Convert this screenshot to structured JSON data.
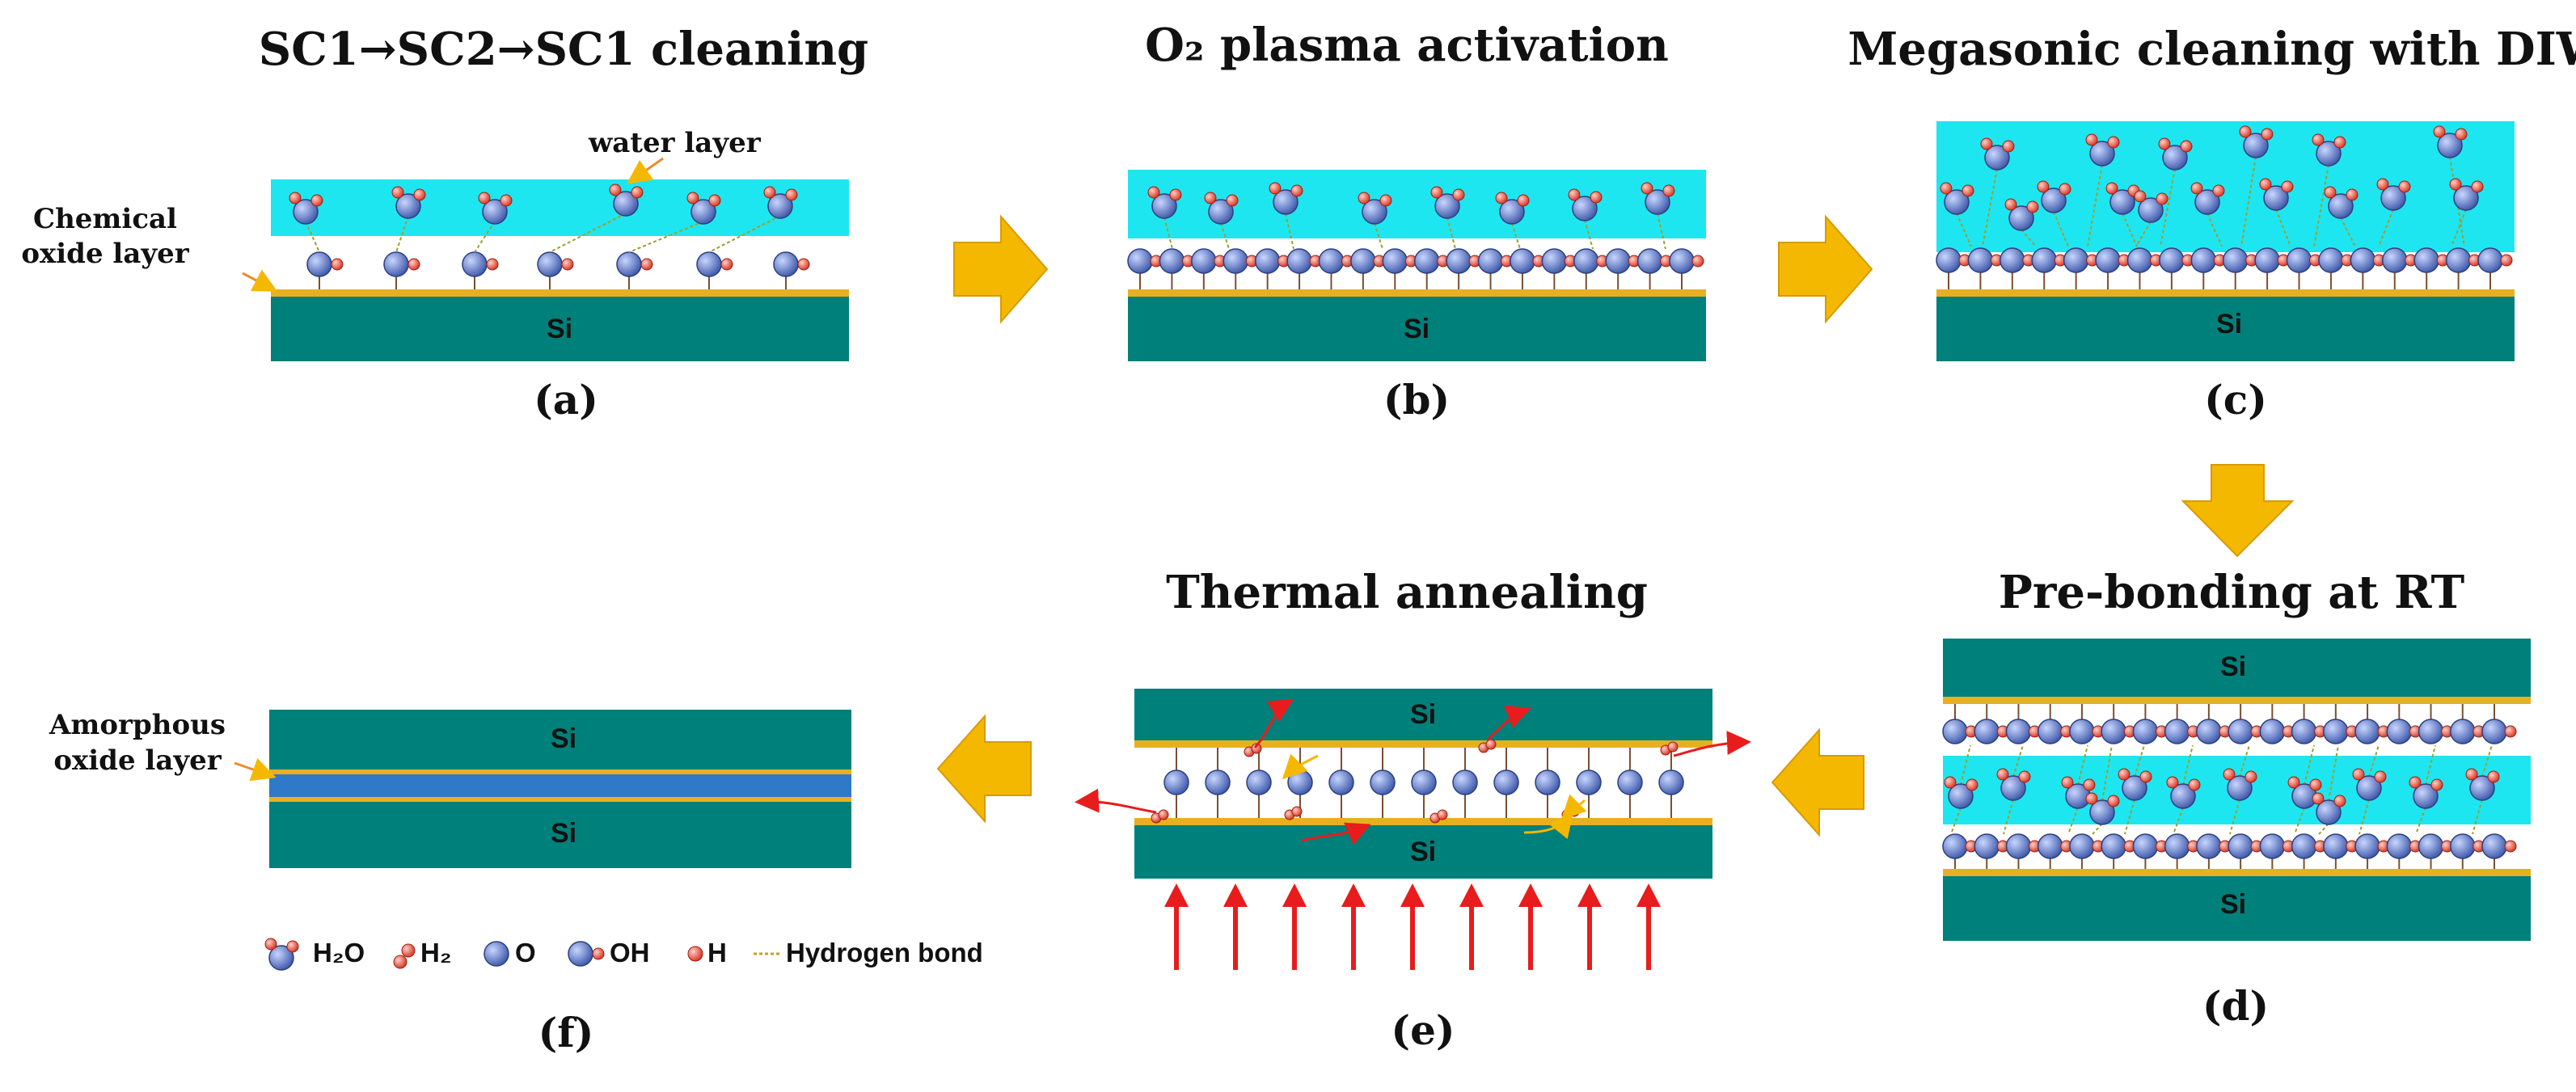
{
  "colors": {
    "silicon": "#00807a",
    "oxide": "#e8b020",
    "water": "#1ee6f0",
    "oxygen": "#5577cc",
    "hydrogen": "#e84a3a",
    "arrow": "#f5b800",
    "heat": "#e81c1c",
    "amorphous": "#2f7ac8"
  },
  "panels": {
    "a": {
      "title": "SC1→SC2→SC1 cleaning",
      "label": "(a)",
      "si": "Si",
      "water_note": "water layer",
      "oxide_note_1": "Chemical",
      "oxide_note_2": "oxide layer"
    },
    "b": {
      "title": "O₂ plasma activation",
      "label": "(b)",
      "si": "Si"
    },
    "c": {
      "title": "Megasonic cleaning with DIW",
      "label": "(c)",
      "si": "Si"
    },
    "d": {
      "title": "Pre-bonding at RT",
      "label": "(d)",
      "si_top": "Si",
      "si_bottom": "Si"
    },
    "e": {
      "title": "Thermal annealing",
      "label": "(e)",
      "si_top": "Si",
      "si_bottom": "Si"
    },
    "f": {
      "title": "",
      "label": "(f)",
      "si_top": "Si",
      "si_bottom": "Si",
      "oxide_note_1": "Amorphous",
      "oxide_note_2": "oxide layer"
    }
  },
  "legend": {
    "h2o": "H₂O",
    "h2": "H₂",
    "o": "O",
    "oh": "OH",
    "h": "H",
    "hbond": "Hydrogen bond"
  }
}
